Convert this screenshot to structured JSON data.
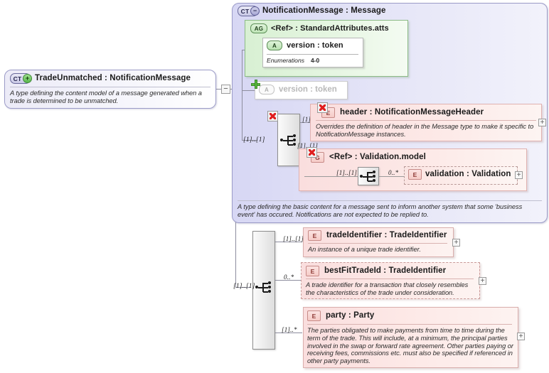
{
  "diagram": {
    "kind": "xsd-schema-diagram",
    "colors": {
      "complex_type_fill": "#dcdcf3",
      "attribute_group_fill": "#ddf2d8",
      "element_fill": "#fadede",
      "badge_element": "#f6cbc7",
      "deprecated_marker": "#e02020",
      "added_marker": "#59b83f"
    }
  },
  "root_type": {
    "badge": "CT",
    "badge_state": "+",
    "title": "TradeUnmatched : NotificationMessage",
    "documentation": "A type defining the content model of a message generated when a trade is determined to be unmatched.",
    "expander": "−"
  },
  "base_type": {
    "badge": "CT",
    "badge_state": "−",
    "title": "NotificationMessage : Message",
    "documentation": "A type defining the basic content for a message sent to inform another system that some 'business event' has occured. Notifications are not expected to be replied to.",
    "attribute_group": {
      "badge": "AG",
      "title": "<Ref>      : StandardAttributes.atts",
      "attribute": {
        "badge": "A",
        "title": "version   : token",
        "facet_label": "Enumerations",
        "facet_value": "4-0"
      }
    },
    "added_attribute": {
      "badge": "A",
      "title": "version   : token",
      "marker": "added"
    },
    "compositor": {
      "type": "sequence",
      "marker": "deprecated",
      "multiplicity": "[1]..[1]"
    },
    "children": [
      {
        "badge": "E",
        "marker": "deprecated",
        "multiplicity": "[1]..[1]",
        "title": "header    : NotificationMessageHeader",
        "documentation": "Overrides the definition of header in the Message type to make it specific to NotificationMessage instances.",
        "expander": "+"
      },
      {
        "badge": "G",
        "marker": "deprecated",
        "multiplicity": "[1]..[1]",
        "title": "<Ref>       : Validation.model",
        "inner_compositor": {
          "type": "sequence",
          "multiplicity": "[1]..[1]"
        },
        "inner_element": {
          "badge": "E",
          "multiplicity": "0..*",
          "title": "validation : Validation",
          "expander": "+"
        }
      }
    ]
  },
  "own_content": {
    "compositor": {
      "type": "sequence",
      "multiplicity": "[1]..[1]"
    },
    "children": [
      {
        "badge": "E",
        "multiplicity": "[1]..[1]",
        "title": "tradeIdentifier : TradeIdentifier",
        "documentation": "An instance of a unique trade identifier.",
        "expander": "+",
        "style": "solid"
      },
      {
        "badge": "E",
        "multiplicity": "0..*",
        "title": "bestFitTradeId : TradeIdentifier",
        "documentation": "A trade identifier for a transaction that closely resembles the characteristics of the trade under consideration.",
        "expander": "+",
        "style": "dashed"
      },
      {
        "badge": "E",
        "multiplicity": "[1]..*",
        "title": "party        : Party",
        "documentation": "The parties obligated to make payments from time to time during the term of the trade. This will include, at a minimum, the principal parties involved in the swap or forward rate agreement. Other parties paying or receiving fees, commissions etc. must also be specified if referenced in other party payments.",
        "expander": "+",
        "style": "solid"
      }
    ]
  }
}
